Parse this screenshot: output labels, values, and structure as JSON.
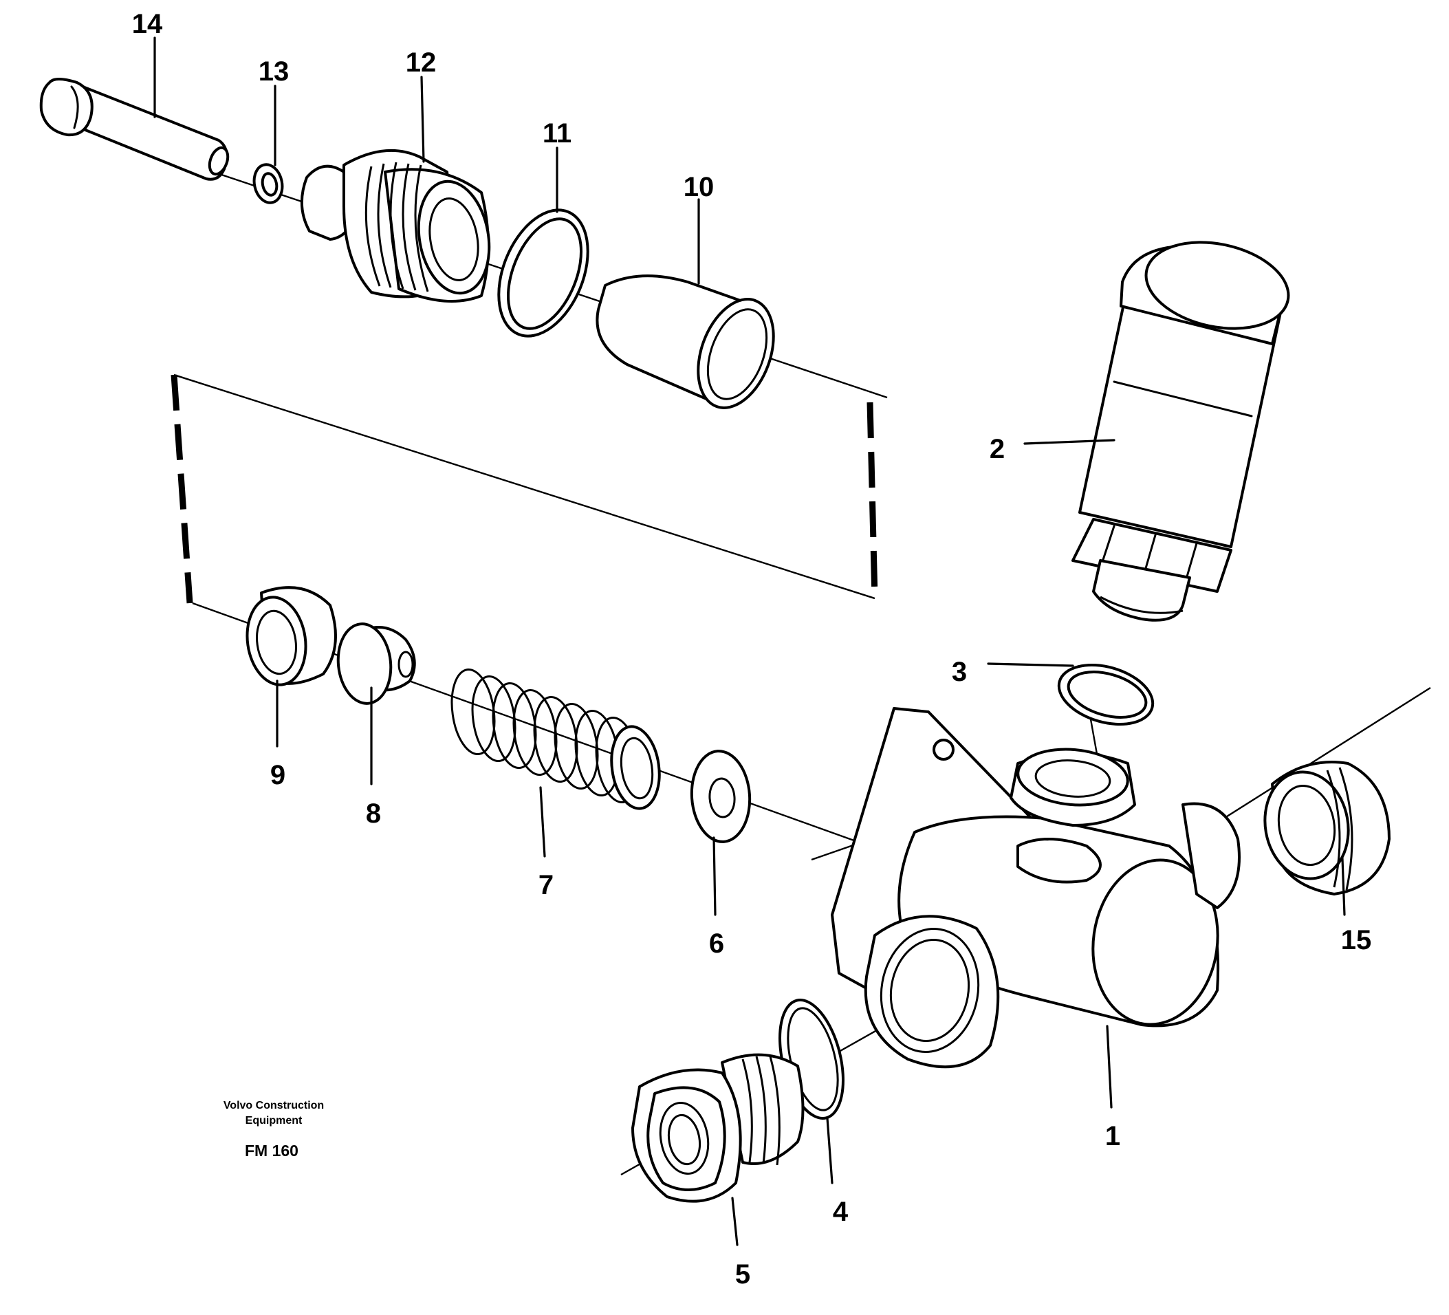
{
  "diagram": {
    "callouts": {
      "c1": "1",
      "c2": "2",
      "c3": "3",
      "c4": "4",
      "c5": "5",
      "c6": "6",
      "c7": "7",
      "c8": "8",
      "c9": "9",
      "c10": "10",
      "c11": "11",
      "c12": "12",
      "c13": "13",
      "c14": "14",
      "c15": "15"
    },
    "caption": {
      "brand_line1": "Volvo Construction",
      "brand_line2": "Equipment",
      "model": "FM 160"
    }
  }
}
